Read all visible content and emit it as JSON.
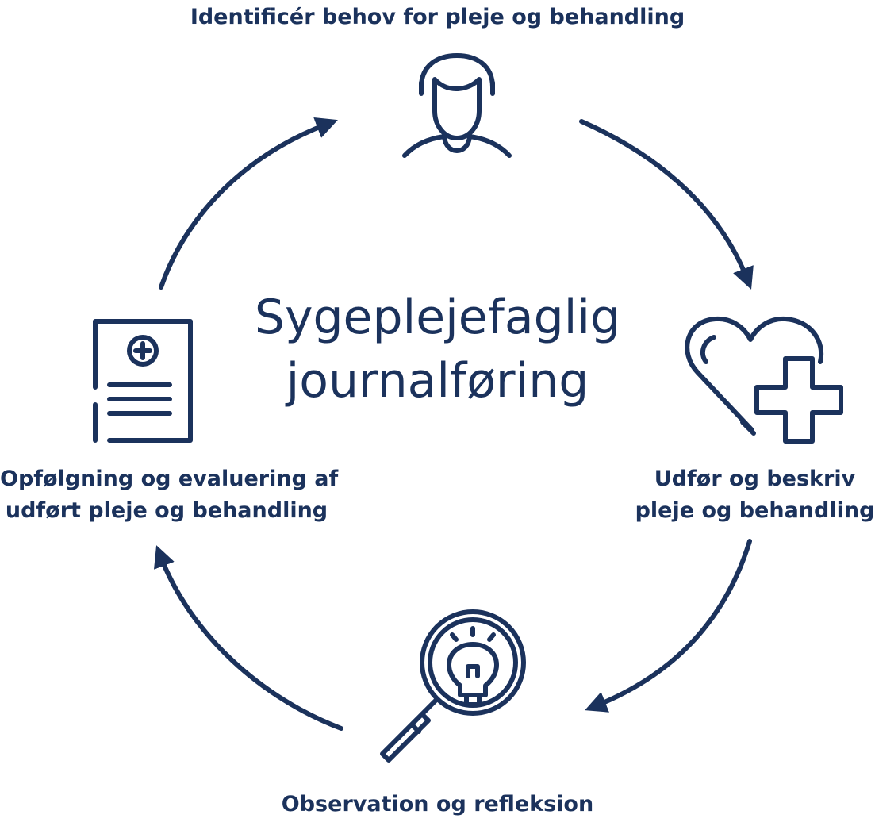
{
  "diagram": {
    "title_lines": [
      "Sygeplejefaglig",
      "journalføring"
    ],
    "accent_color": "#1b325c",
    "background_color": "#ffffff",
    "stages": [
      {
        "id": "identify",
        "label_lines": [
          "Identificér behov for pleje og behandling"
        ],
        "icon": "person-icon"
      },
      {
        "id": "perform",
        "label_lines": [
          "Udfør og beskriv",
          "pleje og behandling"
        ],
        "icon": "heart-plus-icon"
      },
      {
        "id": "observe",
        "label_lines": [
          "Observation og refleksion"
        ],
        "icon": "magnifier-lightbulb-icon"
      },
      {
        "id": "follow-up",
        "label_lines": [
          "Opfølgning og evaluering af",
          "udført pleje og behandling"
        ],
        "icon": "medical-document-icon"
      }
    ],
    "cycle_direction": "clockwise"
  }
}
